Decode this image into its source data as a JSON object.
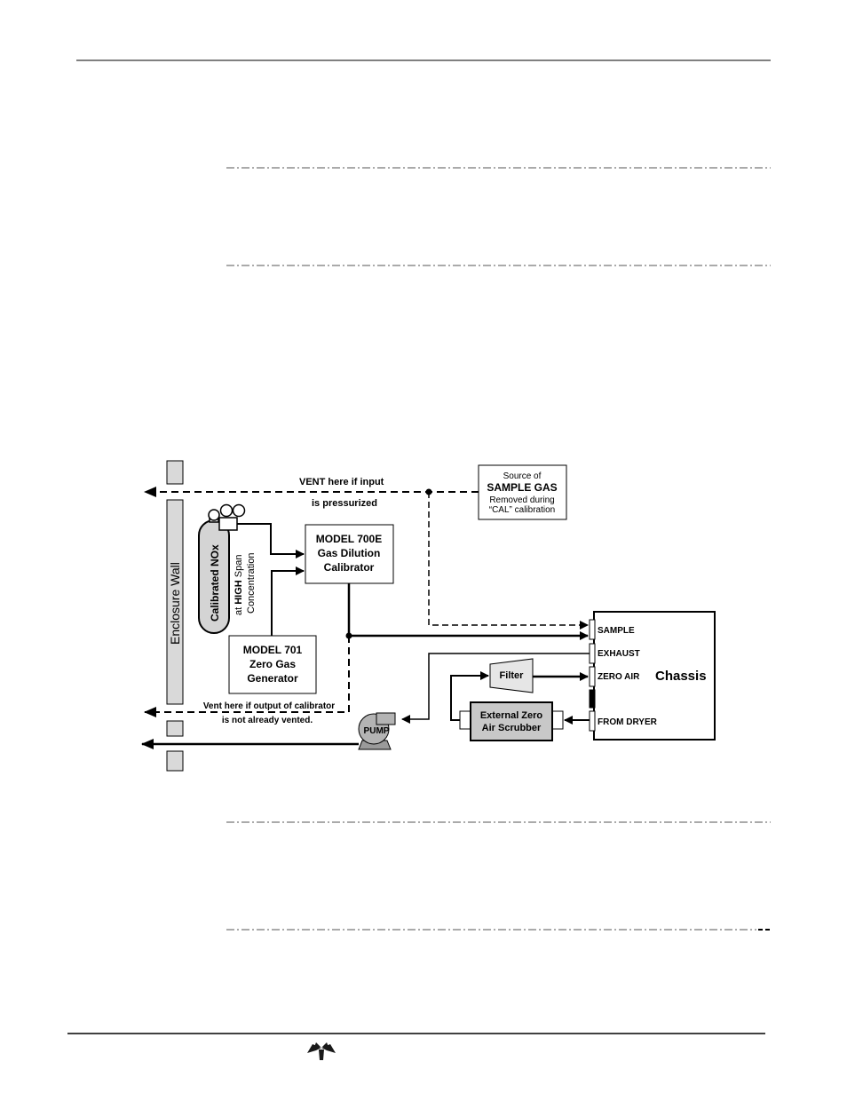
{
  "diagram": {
    "vent_label_bold": "VENT",
    "vent_label_rest": " here if input",
    "vent_label_line2": "is pressurized",
    "sample_source": {
      "line1": "Source of",
      "line2": "SAMPLE GAS",
      "line3": "Removed during",
      "line4": "“CAL” calibration"
    },
    "model_700e": {
      "line1": "MODEL 700E",
      "line2": "Gas Dilution",
      "line3": "Calibrator"
    },
    "model_701": {
      "line1": "MODEL 701",
      "line2": "Zero Gas",
      "line3": "Generator"
    },
    "cylinder_label": "Calibrated NOx",
    "span_line1_pre": "at ",
    "span_line1_bold": "HIGH",
    "span_line1_post": " Span",
    "span_line2": "Concentration",
    "enclosure_wall": "Enclosure Wall",
    "vent_calibrator_line1": "Vent here if output of calibrator",
    "vent_calibrator_line2": "is not already vented.",
    "pump": "PUMP",
    "filter": "Filter",
    "scrubber_line1": "External Zero",
    "scrubber_line2": "Air Scrubber",
    "chassis": "Chassis",
    "ports": [
      "SAMPLE",
      "EXHAUST",
      "ZERO AIR",
      "FROM DRYER"
    ]
  },
  "colors": {
    "line": "#000000",
    "wall_fill": "#d9d9d9",
    "scrubber_fill": "#c8c8c8",
    "filter_fill": "#e6e6e6",
    "pump_fill": "#b4b4b4"
  }
}
